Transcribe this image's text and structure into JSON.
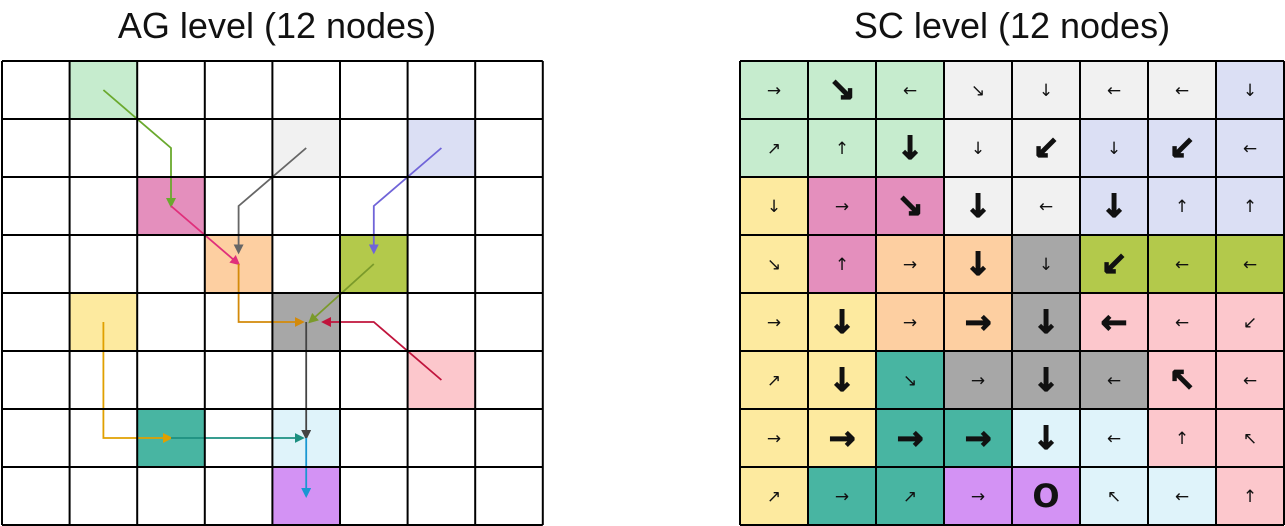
{
  "ag": {
    "title": "AG level (12 nodes)",
    "rows": 8,
    "cols": 8,
    "nodes": [
      {
        "row": 0,
        "col": 1,
        "color": "#c6ecce"
      },
      {
        "row": 1,
        "col": 4,
        "color": "#f1f1f1"
      },
      {
        "row": 1,
        "col": 6,
        "color": "#dbdff4"
      },
      {
        "row": 2,
        "col": 2,
        "color": "#e48fbd"
      },
      {
        "row": 3,
        "col": 3,
        "color": "#fdcfa1"
      },
      {
        "row": 3,
        "col": 5,
        "color": "#b3c94b"
      },
      {
        "row": 4,
        "col": 1,
        "color": "#fdea9f"
      },
      {
        "row": 4,
        "col": 4,
        "color": "#a7a7a7"
      },
      {
        "row": 5,
        "col": 6,
        "color": "#fcc7cc"
      },
      {
        "row": 6,
        "col": 2,
        "color": "#48b5a2"
      },
      {
        "row": 6,
        "col": 4,
        "color": "#dff3fa"
      },
      {
        "row": 7,
        "col": 4,
        "color": "#d392f4"
      }
    ],
    "edges": [
      {
        "color": "#6aa92e",
        "points": [
          [
            1.5,
            0.5
          ],
          [
            2.5,
            1.5
          ],
          [
            2.5,
            2.5
          ]
        ]
      },
      {
        "color": "#e02f7b",
        "points": [
          [
            2.5,
            2.5
          ],
          [
            3.5,
            3.5
          ]
        ]
      },
      {
        "color": "#666666",
        "points": [
          [
            4.5,
            1.5
          ],
          [
            3.5,
            2.5
          ],
          [
            3.5,
            3.3
          ]
        ]
      },
      {
        "color": "#7064d8",
        "points": [
          [
            6.5,
            1.5
          ],
          [
            5.5,
            2.5
          ],
          [
            5.5,
            3.3
          ]
        ]
      },
      {
        "color": "#d38a0a",
        "points": [
          [
            3.5,
            3.5
          ],
          [
            3.5,
            4.5
          ],
          [
            4.45,
            4.5
          ]
        ]
      },
      {
        "color": "#7a9a2a",
        "points": [
          [
            5.5,
            3.5
          ],
          [
            4.55,
            4.5
          ]
        ]
      },
      {
        "color": "#c0143c",
        "points": [
          [
            6.5,
            5.5
          ],
          [
            5.5,
            4.5
          ],
          [
            4.75,
            4.5
          ]
        ]
      },
      {
        "color": "#444444",
        "points": [
          [
            4.5,
            4.5
          ],
          [
            4.5,
            6.5
          ]
        ]
      },
      {
        "color": "#e0a000",
        "points": [
          [
            1.5,
            4.5
          ],
          [
            1.5,
            6.5
          ],
          [
            2.5,
            6.5
          ]
        ]
      },
      {
        "color": "#1c8f80",
        "points": [
          [
            2.5,
            6.5
          ],
          [
            4.45,
            6.5
          ]
        ]
      },
      {
        "color": "#1a97d2",
        "points": [
          [
            4.5,
            6.5
          ],
          [
            4.5,
            7.5
          ]
        ]
      }
    ]
  },
  "sc": {
    "title": "SC level (12 nodes)",
    "rows": 8,
    "cols": 8,
    "cells": [
      [
        {
          "color": "#c6ecce",
          "symbol": "→",
          "bold": false
        },
        {
          "color": "#c6ecce",
          "symbol": "↘",
          "bold": true
        },
        {
          "color": "#c6ecce",
          "symbol": "←",
          "bold": false
        },
        {
          "color": "#f1f1f1",
          "symbol": "↘",
          "bold": false
        },
        {
          "color": "#f1f1f1",
          "symbol": "↓",
          "bold": false
        },
        {
          "color": "#f1f1f1",
          "symbol": "←",
          "bold": false
        },
        {
          "color": "#f1f1f1",
          "symbol": "←",
          "bold": false
        },
        {
          "color": "#dbdff4",
          "symbol": "↓",
          "bold": false
        }
      ],
      [
        {
          "color": "#c6ecce",
          "symbol": "↗",
          "bold": false
        },
        {
          "color": "#c6ecce",
          "symbol": "↑",
          "bold": false
        },
        {
          "color": "#c6ecce",
          "symbol": "↓",
          "bold": true
        },
        {
          "color": "#f1f1f1",
          "symbol": "↓",
          "bold": false
        },
        {
          "color": "#f1f1f1",
          "symbol": "↙",
          "bold": true
        },
        {
          "color": "#dbdff4",
          "symbol": "↓",
          "bold": false
        },
        {
          "color": "#dbdff4",
          "symbol": "↙",
          "bold": true
        },
        {
          "color": "#dbdff4",
          "symbol": "←",
          "bold": false
        }
      ],
      [
        {
          "color": "#fdea9f",
          "symbol": "↓",
          "bold": false
        },
        {
          "color": "#e48fbd",
          "symbol": "→",
          "bold": false
        },
        {
          "color": "#e48fbd",
          "symbol": "↘",
          "bold": true
        },
        {
          "color": "#f1f1f1",
          "symbol": "↓",
          "bold": true
        },
        {
          "color": "#f1f1f1",
          "symbol": "←",
          "bold": false
        },
        {
          "color": "#dbdff4",
          "symbol": "↓",
          "bold": true
        },
        {
          "color": "#dbdff4",
          "symbol": "↑",
          "bold": false
        },
        {
          "color": "#dbdff4",
          "symbol": "↑",
          "bold": false
        }
      ],
      [
        {
          "color": "#fdea9f",
          "symbol": "↘",
          "bold": false
        },
        {
          "color": "#e48fbd",
          "symbol": "↑",
          "bold": false
        },
        {
          "color": "#fdcfa1",
          "symbol": "→",
          "bold": false
        },
        {
          "color": "#fdcfa1",
          "symbol": "↓",
          "bold": true
        },
        {
          "color": "#a7a7a7",
          "symbol": "↓",
          "bold": false
        },
        {
          "color": "#b3c94b",
          "symbol": "↙",
          "bold": true
        },
        {
          "color": "#b3c94b",
          "symbol": "←",
          "bold": false
        },
        {
          "color": "#b3c94b",
          "symbol": "←",
          "bold": false
        }
      ],
      [
        {
          "color": "#fdea9f",
          "symbol": "→",
          "bold": false
        },
        {
          "color": "#fdea9f",
          "symbol": "↓",
          "bold": true
        },
        {
          "color": "#fdcfa1",
          "symbol": "→",
          "bold": false
        },
        {
          "color": "#fdcfa1",
          "symbol": "→",
          "bold": true
        },
        {
          "color": "#a7a7a7",
          "symbol": "↓",
          "bold": true
        },
        {
          "color": "#fcc7cc",
          "symbol": "←",
          "bold": true
        },
        {
          "color": "#fcc7cc",
          "symbol": "←",
          "bold": false
        },
        {
          "color": "#fcc7cc",
          "symbol": "↙",
          "bold": false
        }
      ],
      [
        {
          "color": "#fdea9f",
          "symbol": "↗",
          "bold": false
        },
        {
          "color": "#fdea9f",
          "symbol": "↓",
          "bold": true
        },
        {
          "color": "#48b5a2",
          "symbol": "↘",
          "bold": false
        },
        {
          "color": "#a7a7a7",
          "symbol": "→",
          "bold": false
        },
        {
          "color": "#a7a7a7",
          "symbol": "↓",
          "bold": true
        },
        {
          "color": "#a7a7a7",
          "symbol": "←",
          "bold": false
        },
        {
          "color": "#fcc7cc",
          "symbol": "↖",
          "bold": true
        },
        {
          "color": "#fcc7cc",
          "symbol": "←",
          "bold": false
        }
      ],
      [
        {
          "color": "#fdea9f",
          "symbol": "→",
          "bold": false
        },
        {
          "color": "#fdea9f",
          "symbol": "→",
          "bold": true
        },
        {
          "color": "#48b5a2",
          "symbol": "→",
          "bold": true
        },
        {
          "color": "#48b5a2",
          "symbol": "→",
          "bold": true
        },
        {
          "color": "#dff3fa",
          "symbol": "↓",
          "bold": true
        },
        {
          "color": "#dff3fa",
          "symbol": "←",
          "bold": false
        },
        {
          "color": "#fcc7cc",
          "symbol": "↑",
          "bold": false
        },
        {
          "color": "#fcc7cc",
          "symbol": "↖",
          "bold": false
        }
      ],
      [
        {
          "color": "#fdea9f",
          "symbol": "↗",
          "bold": false
        },
        {
          "color": "#48b5a2",
          "symbol": "→",
          "bold": false
        },
        {
          "color": "#48b5a2",
          "symbol": "↗",
          "bold": false
        },
        {
          "color": "#d392f4",
          "symbol": "→",
          "bold": false
        },
        {
          "color": "#d392f4",
          "symbol": "O",
          "bold": true
        },
        {
          "color": "#dff3fa",
          "symbol": "↖",
          "bold": false
        },
        {
          "color": "#dff3fa",
          "symbol": "←",
          "bold": false
        },
        {
          "color": "#fcc7cc",
          "symbol": "↑",
          "bold": false
        }
      ]
    ]
  }
}
